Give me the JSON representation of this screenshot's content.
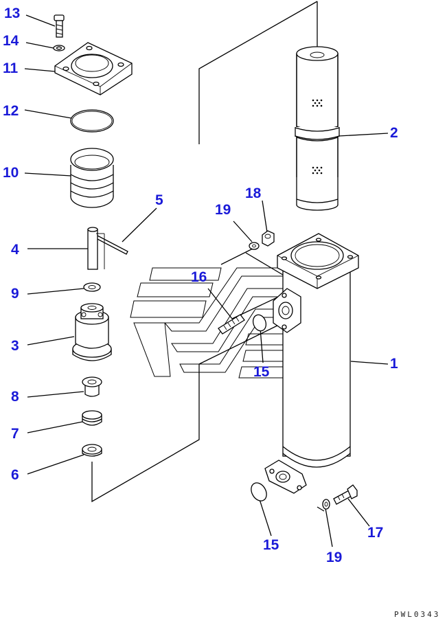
{
  "diagram": {
    "callouts": [
      "13",
      "14",
      "11",
      "12",
      "10",
      "5",
      "4",
      "9",
      "3",
      "8",
      "7",
      "6",
      "2",
      "18",
      "19",
      "16",
      "15",
      "1",
      "15",
      "19",
      "17"
    ],
    "drawing_code": "PWL0343"
  }
}
